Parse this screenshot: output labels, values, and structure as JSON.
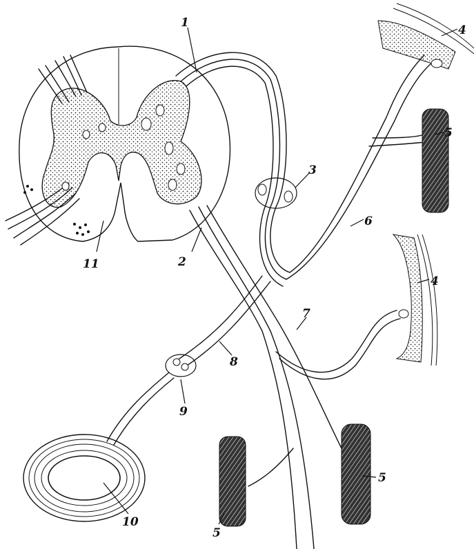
{
  "labels": {
    "l1": "1",
    "l2": "2",
    "l3": "3",
    "l4a": "4",
    "l4b": "4",
    "l5a": "5",
    "l5b": "5",
    "l5c": "5",
    "l6": "6",
    "l7": "7",
    "l8": "8",
    "l9": "9",
    "l10": "10",
    "l11": "11"
  },
  "colors": {
    "ink": "#111111",
    "paper": "#ffffff"
  }
}
